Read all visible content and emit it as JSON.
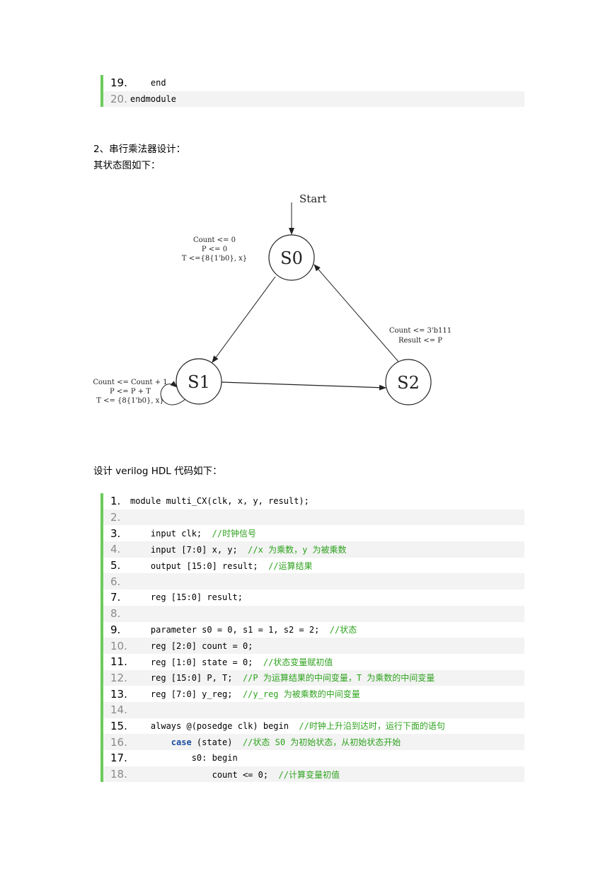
{
  "top_code": {
    "lines": [
      {
        "num": "19.",
        "code": "    end",
        "comment": ""
      },
      {
        "num": "20.",
        "code": "endmodule",
        "comment": ""
      }
    ]
  },
  "section": {
    "heading": "2、串行乘法器设计：",
    "subheading": "其状态图如下："
  },
  "diagram": {
    "start_label": "Start",
    "states": {
      "s0": "S0",
      "s1": "S1",
      "s2": "S2"
    },
    "s0_action": [
      "Count <= 0",
      "P <= 0",
      "T <={8{1'b0}, x}"
    ],
    "s1_action": [
      "Count <= Count + 1",
      "P <= P + T",
      "T <= {8{1'b0}, x}"
    ],
    "s2_action": [
      "Count <= 3'b111",
      "Result <= P"
    ]
  },
  "intro": "设计 verilog HDL  代码如下：",
  "main_code": {
    "lines": [
      {
        "num": "1.",
        "code": "module multi_CX(clk, x, y, result);",
        "comment": ""
      },
      {
        "num": "2.",
        "code": "",
        "comment": ""
      },
      {
        "num": "3.",
        "code": "    input clk;  ",
        "comment": "//时钟信号"
      },
      {
        "num": "4.",
        "code": "    input [7:0] x, y;  ",
        "comment": "//x 为乘数，y 为被乘数"
      },
      {
        "num": "5.",
        "code": "    output [15:0] result;  ",
        "comment": "//运算结果"
      },
      {
        "num": "6.",
        "code": "",
        "comment": ""
      },
      {
        "num": "7.",
        "code": "    reg [15:0] result;",
        "comment": ""
      },
      {
        "num": "8.",
        "code": "",
        "comment": ""
      },
      {
        "num": "9.",
        "code": "    parameter s0 = 0, s1 = 1, s2 = 2;  ",
        "comment": "//状态"
      },
      {
        "num": "10.",
        "code": "    reg [2:0] count = 0;",
        "comment": ""
      },
      {
        "num": "11.",
        "code": "    reg [1:0] state = 0;  ",
        "comment": "//状态变量赋初值"
      },
      {
        "num": "12.",
        "code": "    reg [15:0] P, T;  ",
        "comment": "//P 为运算结果的中间变量，T 为乘数的中间变量"
      },
      {
        "num": "13.",
        "code": "    reg [7:0] y_reg;  ",
        "comment": "//y_reg 为被乘数的中间变量"
      },
      {
        "num": "14.",
        "code": "",
        "comment": ""
      },
      {
        "num": "15.",
        "code": "    always @(posedge clk) begin  ",
        "comment": "//时钟上升沿到达时，运行下面的语句"
      },
      {
        "num": "16.",
        "code": "        ",
        "keyword": "case",
        "code_after": " (state)  ",
        "comment": "//状态 S0 为初始状态，从初始状态开始"
      },
      {
        "num": "17.",
        "code": "            s0: begin",
        "comment": ""
      },
      {
        "num": "18.",
        "code": "                count <= 0;  ",
        "comment": "//计算变量初值"
      }
    ]
  }
}
